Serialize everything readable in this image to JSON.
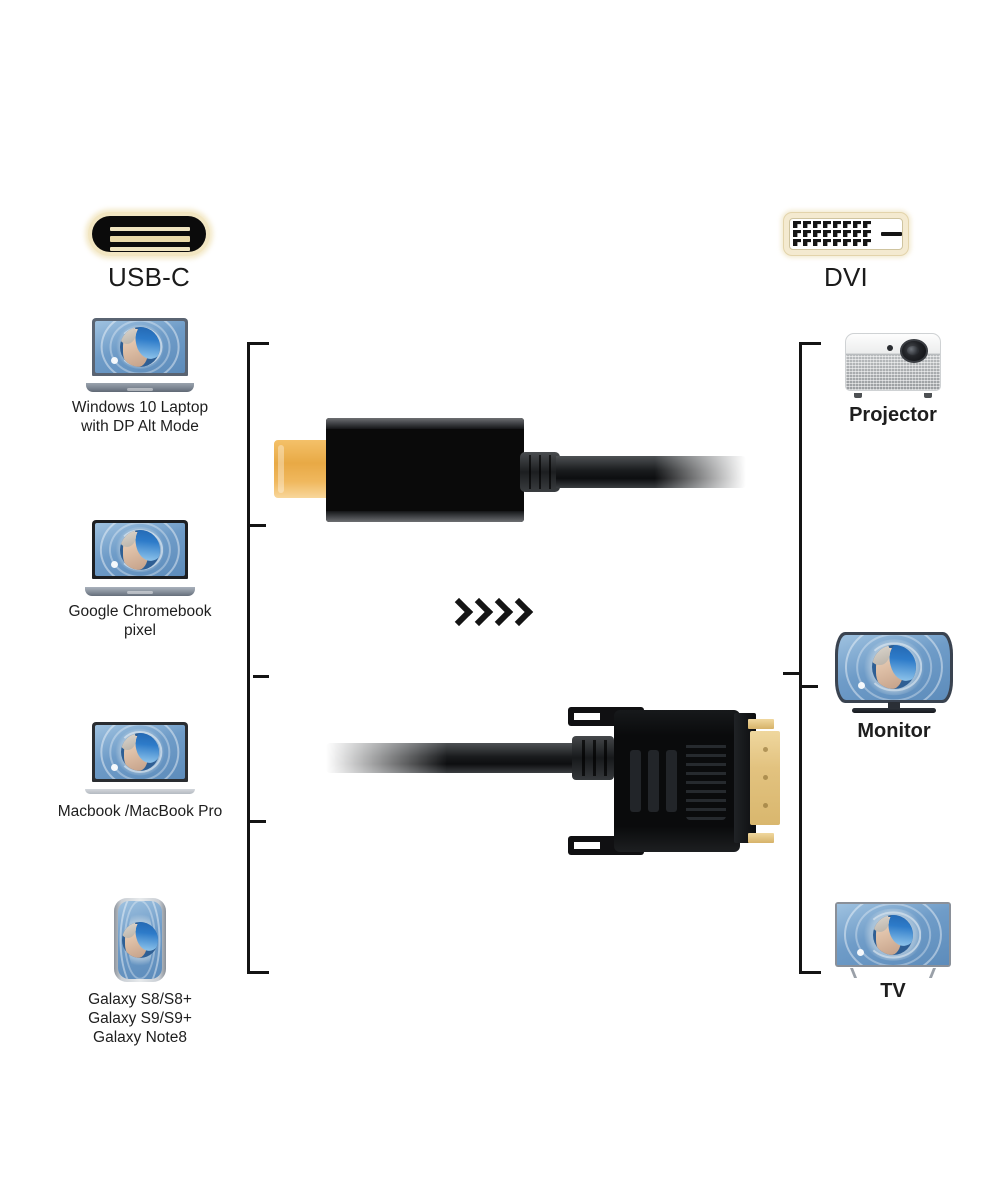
{
  "diagram": {
    "type": "product-compatibility-infographic",
    "background_color": "#ffffff",
    "accent_gold": "#e8a945",
    "line_color": "#141414"
  },
  "source_port": {
    "label": "USB-C",
    "icon": "usb-c-port-icon",
    "pin_bars": 3
  },
  "target_port": {
    "label": "DVI",
    "icon": "dvi-port-icon",
    "pin_rows": 3,
    "pin_columns": 8,
    "pin_count": 24,
    "has_blade_pin": true
  },
  "source_devices": [
    {
      "icon": "laptop-icon",
      "lines": [
        "Windows 10 Laptop",
        "with DP Alt Mode"
      ],
      "emphasis": "normal"
    },
    {
      "icon": "laptop-icon",
      "lines": [
        "Google Chromebook",
        "pixel"
      ],
      "emphasis": "normal"
    },
    {
      "icon": "macbook-icon",
      "lines": [
        "Macbook /MacBook Pro"
      ],
      "emphasis": "normal"
    },
    {
      "icon": "smartphone-icon",
      "lines": [
        "Galaxy S8/S8+",
        "Galaxy S9/S9+",
        "Galaxy Note8"
      ],
      "emphasis": "normal"
    }
  ],
  "target_devices": [
    {
      "icon": "projector-icon",
      "lines": [
        "Projector"
      ],
      "emphasis": "bold"
    },
    {
      "icon": "monitor-icon",
      "lines": [
        "Monitor"
      ],
      "emphasis": "bold"
    },
    {
      "icon": "tv-icon",
      "lines": [
        "TV"
      ],
      "emphasis": "bold"
    }
  ],
  "cable": {
    "usbc_end": {
      "icon": "usb-c-plug-icon",
      "tip_color": "#e8a945",
      "hood_color": "#0a0a0a"
    },
    "dvi_end": {
      "icon": "dvi-plug-icon",
      "contact_color": "#e2c27f",
      "body_color": "#0a0b0c",
      "thumbscrew_posts": 2
    }
  },
  "flow_indicator": {
    "icon": "chevron-right-icon",
    "count": 4,
    "direction": "right"
  }
}
